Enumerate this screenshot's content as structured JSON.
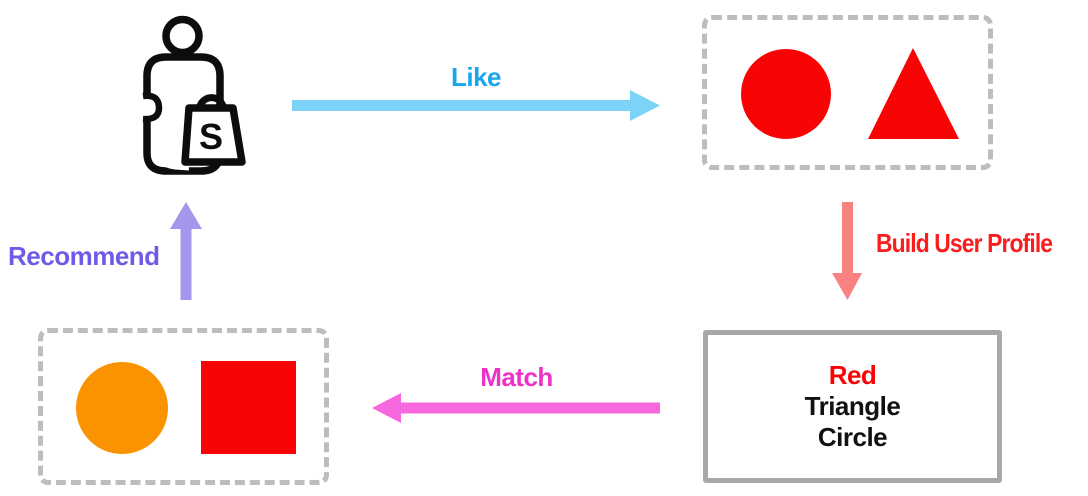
{
  "user_node": {
    "icon": "shopper-with-bag-icon",
    "bag_letter": "S"
  },
  "edges": {
    "like": {
      "label": "Like",
      "text_color": "#18a7ee",
      "arrow_color": "#7dd2f8",
      "direction": "right"
    },
    "build": {
      "label": "Build User Profile",
      "text_color": "#fb1d1d",
      "arrow_color": "#f88181",
      "direction": "down"
    },
    "match": {
      "label": "Match",
      "text_color": "#ee32c8",
      "arrow_color": "#f767de",
      "direction": "left"
    },
    "recommend": {
      "label": "Recommend",
      "text_color": "#6e5ce8",
      "arrow_color": "#a596ec",
      "direction": "up"
    }
  },
  "liked_items_box": {
    "shapes": [
      "red-circle",
      "red-triangle"
    ]
  },
  "profile_box": {
    "lines": [
      "Red",
      "Triangle",
      "Circle"
    ],
    "line_colors": [
      "#f90404",
      "#111111",
      "#111111"
    ]
  },
  "recommended_items_box": {
    "shapes": [
      "orange-circle",
      "red-square"
    ]
  },
  "colors": {
    "red": "#f90404",
    "orange": "#fb9300",
    "icon_stroke": "#0d0d0d",
    "dashed_border": "#bdbdbd",
    "solid_border": "#a8a8a8",
    "background": "#ffffff"
  }
}
